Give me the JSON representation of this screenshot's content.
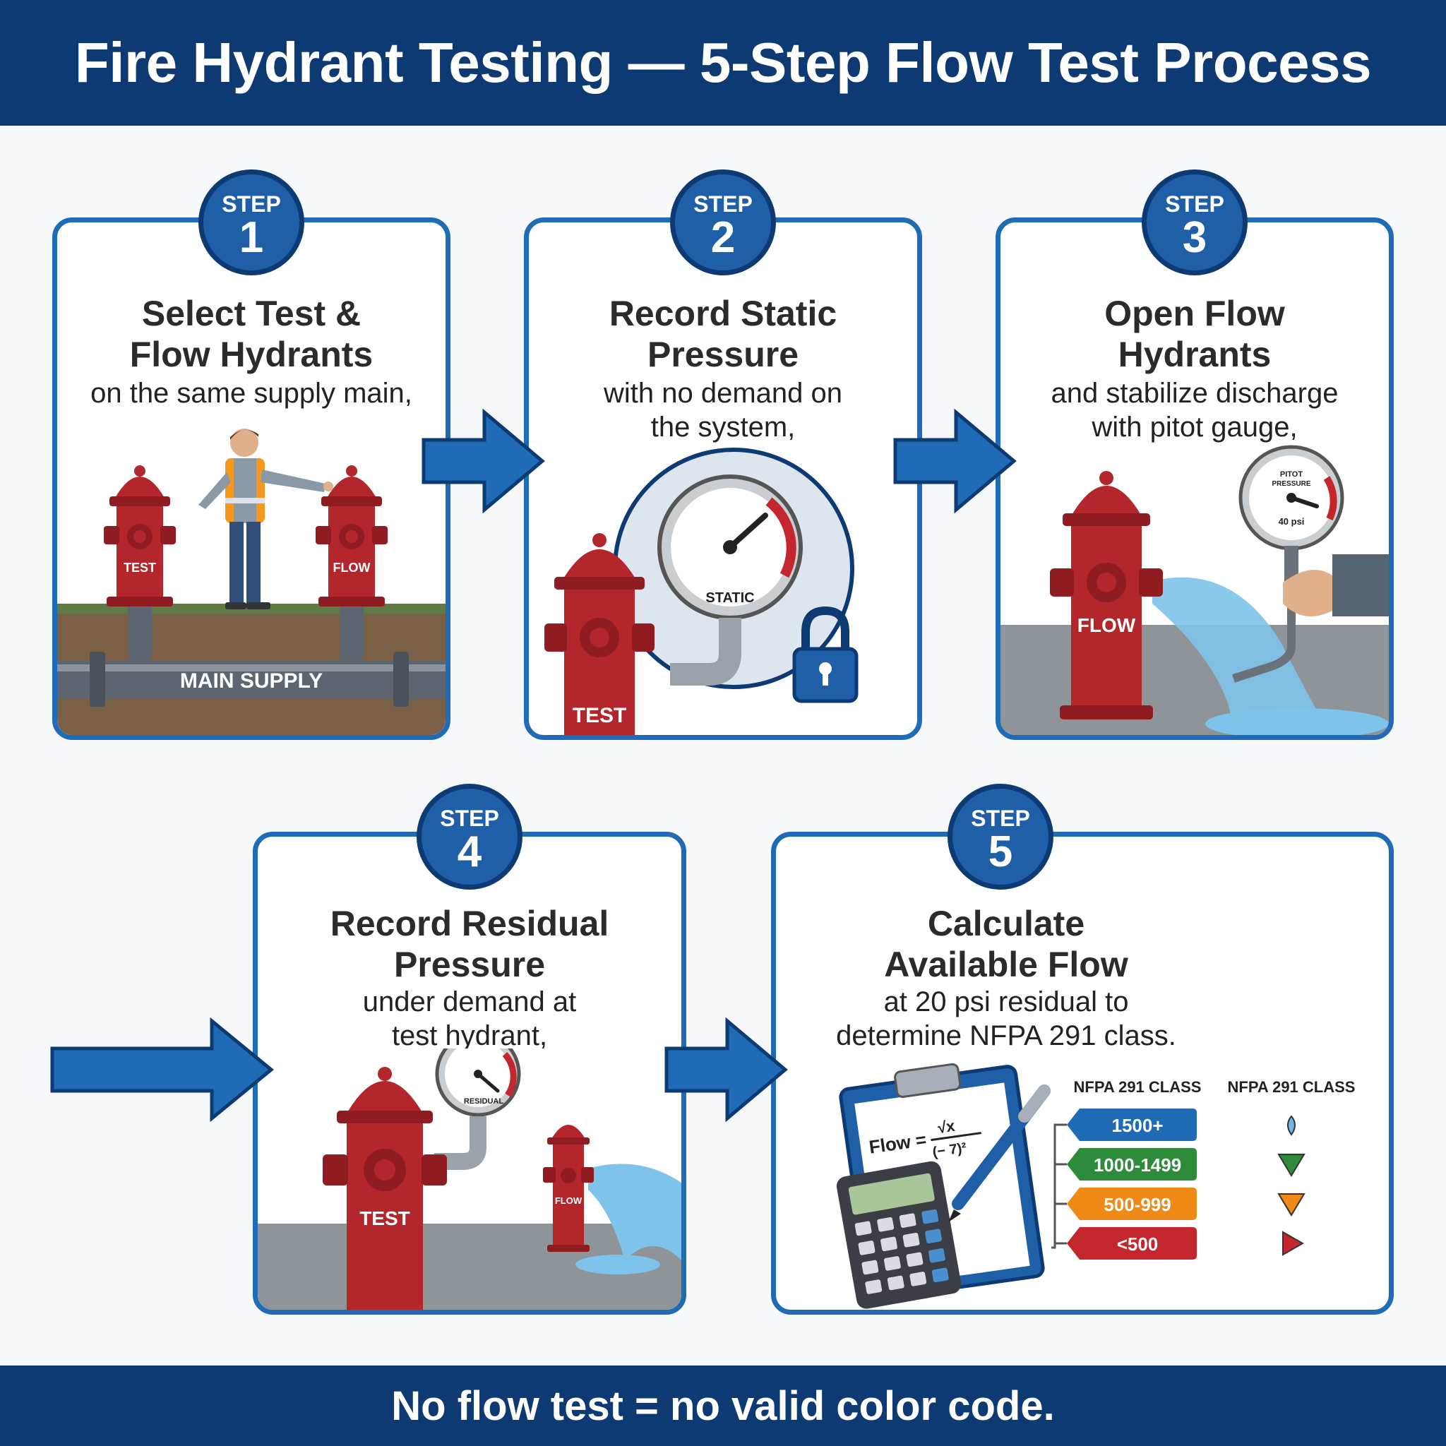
{
  "header": {
    "title": "Fire Hydrant Testing — 5-Step Flow Test Process"
  },
  "footer": {
    "text": "No flow test = no valid color code."
  },
  "steps": [
    {
      "step_label": "STEP",
      "number": "1",
      "title_line1": "Select Test &",
      "title_line2": "Flow Hydrants",
      "desc_line1": "on the same supply main,",
      "desc_line2": "",
      "labels": {
        "test": "TEST",
        "flow": "FLOW",
        "main": "MAIN SUPPLY"
      }
    },
    {
      "step_label": "STEP",
      "number": "2",
      "title_line1": "Record Static",
      "title_line2": "Pressure",
      "desc_line1": "with no demand on",
      "desc_line2": "the system,",
      "labels": {
        "gauge": "STATIC",
        "test": "TEST"
      }
    },
    {
      "step_label": "STEP",
      "number": "3",
      "title_line1": "Open Flow",
      "title_line2": "Hydrants",
      "desc_line1": "and stabilize discharge",
      "desc_line2": "with pitot gauge,",
      "labels": {
        "flow": "FLOW",
        "gauge_line1": "PITOT",
        "gauge_line2": "PRESSURE",
        "gauge_value": "40 psi"
      }
    },
    {
      "step_label": "STEP",
      "number": "4",
      "title_line1": "Record Residual",
      "title_line2": "Pressure",
      "desc_line1": "under demand at",
      "desc_line2": "test hydrant,",
      "labels": {
        "gauge": "RESIDUAL",
        "test": "TEST",
        "flow": "FLOW"
      }
    },
    {
      "step_label": "STEP",
      "number": "5",
      "title_line1": "Calculate",
      "title_line2": "Available Flow",
      "desc_line1": "at 20 psi residual to",
      "desc_line2": "determine NFPA 291 class.",
      "labels": {
        "formula_lhs": "Flow =",
        "formula_num": "√x",
        "formula_den": "(− 7)²",
        "class_header": "NFPA 291 CLASS",
        "class_header2": "NFPA 291 CLASS"
      },
      "classes": [
        {
          "label": "1500+",
          "color": "#1f6bb5"
        },
        {
          "label": "1000-1499",
          "color": "#2e8b3a"
        },
        {
          "label": "500-999",
          "color": "#f08a16"
        },
        {
          "label": "<500",
          "color": "#c4262e"
        }
      ]
    }
  ],
  "colors": {
    "navy": "#0d3a73",
    "blue": "#1f6bb5",
    "hydrant_red": "#b3262b",
    "water": "#7ec3ea"
  }
}
